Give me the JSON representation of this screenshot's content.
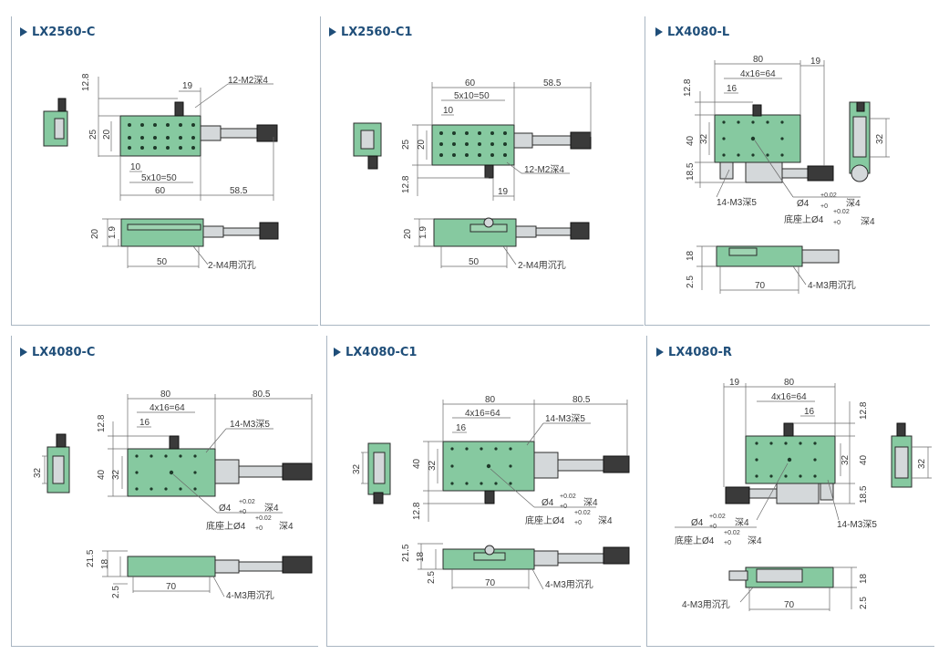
{
  "panels": [
    {
      "title": "LX2560-C",
      "labels": [
        "12.8",
        "19",
        "12-M2深4",
        "25",
        "20",
        "10",
        "5x10=50",
        "60",
        "58.5",
        "20",
        "1.9",
        "50",
        "2-M4用沉孔"
      ]
    },
    {
      "title": "LX2560-C1",
      "labels": [
        "60",
        "58.5",
        "5x10=50",
        "10",
        "25",
        "20",
        "12.8",
        "12-M2深4",
        "19",
        "20",
        "1.9",
        "50",
        "2-M4用沉孔"
      ]
    },
    {
      "title": "LX4080-L",
      "labels": [
        "80",
        "19",
        "4x16=64",
        "16",
        "12.8",
        "40",
        "32",
        "18.5",
        "14-M3深5",
        "Ø4",
        "+0.02",
        "+0",
        "深4",
        "底座上Ø4",
        "+0.02",
        "+0",
        "深4",
        "32",
        "18",
        "2.5",
        "70",
        "4-M3用沉孔"
      ]
    },
    {
      "title": "LX4080-C",
      "labels": [
        "80",
        "80.5",
        "4x16=64",
        "16",
        "14-M3深5",
        "12.8",
        "40",
        "32",
        "32",
        "Ø4",
        "+0.02",
        "+0",
        "深4",
        "底座上Ø4",
        "+0.02",
        "+0",
        "深4",
        "21.5",
        "18",
        "2.5",
        "70",
        "4-M3用沉孔"
      ]
    },
    {
      "title": "LX4080-C1",
      "labels": [
        "80",
        "80.5",
        "4x16=64",
        "16",
        "14-M3深5",
        "32",
        "40",
        "32",
        "12.8",
        "Ø4",
        "+0.02",
        "+0",
        "深4",
        "底座上Ø4",
        "+0.02",
        "+0",
        "深4",
        "21.5",
        "18",
        "2.5",
        "70",
        "4-M3用沉孔"
      ]
    },
    {
      "title": "LX4080-R",
      "labels": [
        "19",
        "80",
        "4x16=64",
        "16",
        "12.8",
        "40",
        "32",
        "18.5",
        "32",
        "Ø4",
        "+0.02",
        "+0",
        "深4",
        "14-M3深5",
        "底座上Ø4",
        "+0.02",
        "+0",
        "深4",
        "18",
        "70",
        "2.5",
        "4-M3用沉孔"
      ]
    }
  ],
  "colors": {
    "stage_body": "#86c9a0",
    "title": "#1f4e79",
    "frame": "#a9b6c2",
    "knob": "#3a3a3a"
  }
}
